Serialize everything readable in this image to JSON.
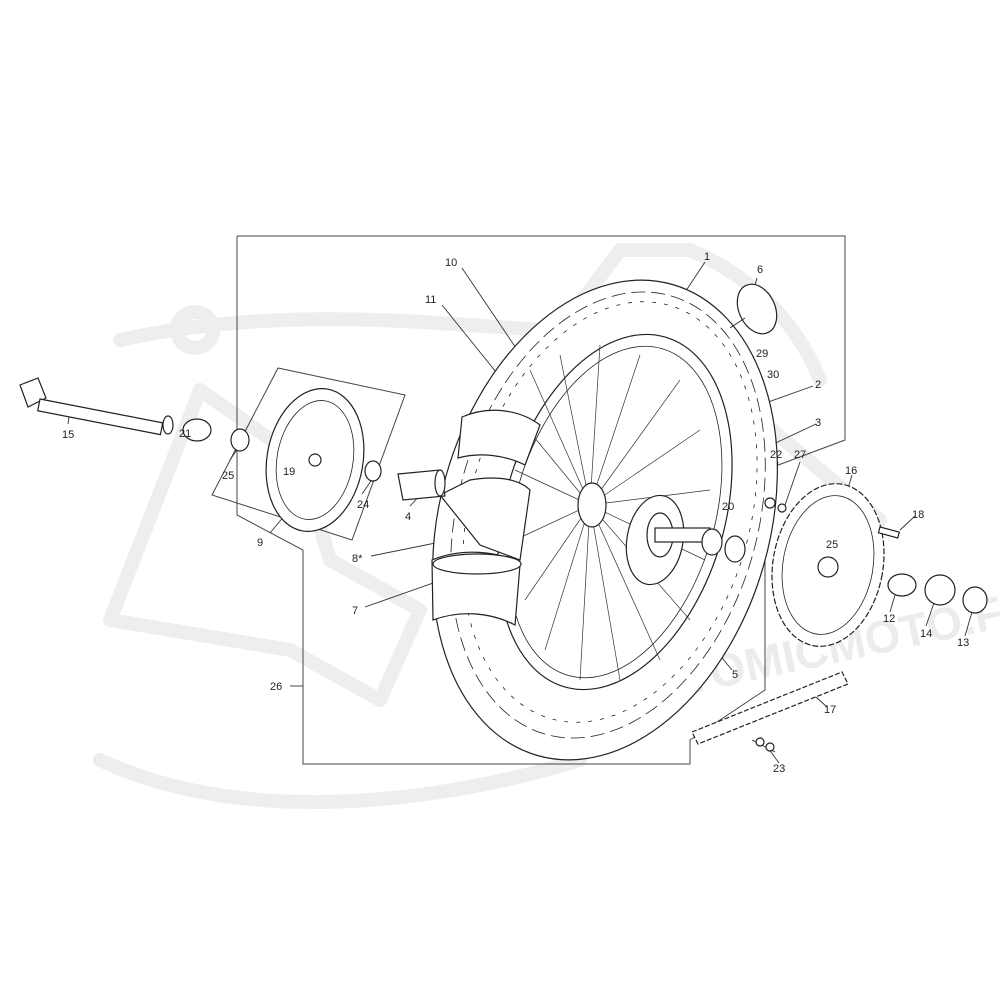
{
  "watermark": {
    "text": "WWW.ATOMICMOTO.FR"
  },
  "colors": {
    "line": "#222222",
    "watermark": "#eeeeee",
    "background": "#ffffff"
  },
  "callouts": [
    {
      "id": "1",
      "text": "1"
    },
    {
      "id": "2",
      "text": "2"
    },
    {
      "id": "3",
      "text": "3"
    },
    {
      "id": "4",
      "text": "4"
    },
    {
      "id": "5",
      "text": "5"
    },
    {
      "id": "6",
      "text": "6"
    },
    {
      "id": "7",
      "text": "7"
    },
    {
      "id": "8",
      "text": "8*"
    },
    {
      "id": "9",
      "text": "9"
    },
    {
      "id": "10",
      "text": "10"
    },
    {
      "id": "11",
      "text": "11"
    },
    {
      "id": "12",
      "text": "12"
    },
    {
      "id": "13",
      "text": "13"
    },
    {
      "id": "14",
      "text": "14"
    },
    {
      "id": "15",
      "text": "15"
    },
    {
      "id": "16",
      "text": "16"
    },
    {
      "id": "17",
      "text": "17"
    },
    {
      "id": "18",
      "text": "18"
    },
    {
      "id": "19",
      "text": "19"
    },
    {
      "id": "20",
      "text": "20"
    },
    {
      "id": "21",
      "text": "21"
    },
    {
      "id": "22",
      "text": "22"
    },
    {
      "id": "23",
      "text": "23"
    },
    {
      "id": "24",
      "text": "24"
    },
    {
      "id": "25a",
      "text": "25"
    },
    {
      "id": "25b",
      "text": "25"
    },
    {
      "id": "26",
      "text": "26"
    },
    {
      "id": "27",
      "text": "27"
    },
    {
      "id": "29",
      "text": "29"
    },
    {
      "id": "30",
      "text": "30"
    }
  ]
}
